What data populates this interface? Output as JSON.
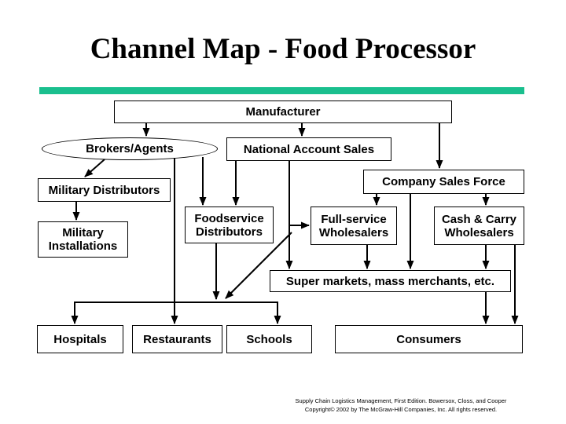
{
  "slide": {
    "title": "Channel Map - Food Processor",
    "accent_bar_color": "#1abf8e",
    "line_color": "#000000",
    "line_width": 2,
    "footer": {
      "line1": "Supply Chain Logistics Management, First Edition. Bowersox, Closs, and Cooper",
      "line2": "Copyright© 2002 by The McGraw-Hill Companies, Inc. All rights reserved."
    }
  },
  "nodes": {
    "manufacturer": {
      "label": "Manufacturer",
      "shape": "rect"
    },
    "brokers_agents": {
      "label": "Brokers/Agents",
      "shape": "ellipse"
    },
    "national_account_sales": {
      "label": "National Account Sales",
      "shape": "rect"
    },
    "company_sales_force": {
      "label": "Company Sales Force",
      "shape": "rect"
    },
    "military_distributors": {
      "label": "Military Distributors",
      "shape": "rect"
    },
    "military_installations": {
      "label": "Military Installations",
      "shape": "rect"
    },
    "foodservice_distributors": {
      "label": "Foodservice Distributors",
      "shape": "rect"
    },
    "full_service_wholesalers": {
      "label": "Full-service Wholesalers",
      "shape": "rect"
    },
    "cash_carry_wholesalers": {
      "label": "Cash & Carry Wholesalers",
      "shape": "rect"
    },
    "super_markets": {
      "label": "Super markets, mass merchants, etc.",
      "shape": "rect"
    },
    "hospitals": {
      "label": "Hospitals",
      "shape": "rect"
    },
    "restaurants": {
      "label": "Restaurants",
      "shape": "rect"
    },
    "schools": {
      "label": "Schools",
      "shape": "rect"
    },
    "consumers": {
      "label": "Consumers",
      "shape": "rect"
    }
  },
  "edges": [
    {
      "id": "manufacturer-brokers",
      "from": "manufacturer",
      "to": "brokers_agents",
      "points": [
        [
          186,
          157
        ],
        [
          186,
          173
        ]
      ],
      "arrow": true
    },
    {
      "id": "manufacturer-nas",
      "from": "manufacturer",
      "to": "national_account_sales",
      "points": [
        [
          384,
          157
        ],
        [
          384,
          173
        ]
      ],
      "arrow": true
    },
    {
      "id": "manufacturer-csf",
      "from": "manufacturer",
      "to": "company_sales_force",
      "points": [
        [
          559,
          157
        ],
        [
          559,
          214
        ]
      ],
      "arrow": true
    },
    {
      "id": "brokers-mildist",
      "from": "brokers_agents",
      "to": "military_distributors",
      "points": [
        [
          133,
          203
        ],
        [
          108,
          225
        ]
      ],
      "arrow": true
    },
    {
      "id": "mildist-milinst",
      "from": "military_distributors",
      "to": "military_installations",
      "points": [
        [
          97,
          257
        ],
        [
          97,
          280
        ]
      ],
      "arrow": true
    },
    {
      "id": "brokers-connector",
      "from": "brokers_agents",
      "to": "retail_connector",
      "points": [
        [
          222,
          201
        ],
        [
          222,
          384
        ]
      ],
      "arrow": false
    },
    {
      "id": "brokers-foodserv",
      "from": "brokers_agents",
      "to": "foodservice_distributors",
      "points": [
        [
          258,
          200
        ],
        [
          258,
          261
        ]
      ],
      "arrow": true
    },
    {
      "id": "nas-foodserv",
      "from": "national_account_sales",
      "to": "foodservice_distributors",
      "points": [
        [
          300,
          205
        ],
        [
          300,
          261
        ]
      ],
      "arrow": true
    },
    {
      "id": "nas-supermkt",
      "from": "national_account_sales",
      "to": "super_markets",
      "points": [
        [
          368,
          205
        ],
        [
          368,
          342
        ]
      ],
      "arrow": true
    },
    {
      "id": "nas-fullserv",
      "from": "national_account_sales",
      "to": "full_service_wholesalers",
      "points": [
        [
          368,
          287
        ],
        [
          393,
          287
        ]
      ],
      "arrow": true
    },
    {
      "id": "diagonal-connector",
      "from": "national_account_sales",
      "to": "retail_connector",
      "points": [
        [
          371,
          296
        ],
        [
          287,
          380
        ]
      ],
      "arrow": true
    },
    {
      "id": "csf-fullserv",
      "from": "company_sales_force",
      "to": "full_service_wholesalers",
      "points": [
        [
          479,
          247
        ],
        [
          479,
          261
        ]
      ],
      "arrow": true
    },
    {
      "id": "csf-supermkt",
      "from": "company_sales_force",
      "to": "super_markets",
      "points": [
        [
          522,
          247
        ],
        [
          522,
          342
        ]
      ],
      "arrow": true
    },
    {
      "id": "csf-cashcarry",
      "from": "company_sales_force",
      "to": "cash_carry_wholesalers",
      "points": [
        [
          618,
          247
        ],
        [
          618,
          261
        ]
      ],
      "arrow": true
    },
    {
      "id": "fullserv-supermkt",
      "from": "full_service_wholesalers",
      "to": "super_markets",
      "points": [
        [
          467,
          312
        ],
        [
          467,
          342
        ]
      ],
      "arrow": true
    },
    {
      "id": "cashcarry-supermkt",
      "from": "cash_carry_wholesalers",
      "to": "super_markets",
      "points": [
        [
          618,
          312
        ],
        [
          618,
          342
        ]
      ],
      "arrow": true
    },
    {
      "id": "cashcarry-consumers",
      "from": "cash_carry_wholesalers",
      "to": "consumers",
      "points": [
        [
          655,
          312
        ],
        [
          655,
          412
        ]
      ],
      "arrow": true
    },
    {
      "id": "supermkt-consumers",
      "from": "super_markets",
      "to": "consumers",
      "points": [
        [
          618,
          372
        ],
        [
          618,
          412
        ]
      ],
      "arrow": true
    },
    {
      "id": "foodserv-connector",
      "from": "foodservice_distributors",
      "to": "retail_connector",
      "points": [
        [
          275,
          310
        ],
        [
          275,
          381
        ]
      ],
      "arrow": true
    },
    {
      "id": "retail-connector",
      "from": "retail_connector",
      "to": "retail_connector",
      "points": [
        [
          95,
          385
        ],
        [
          353,
          385
        ]
      ],
      "arrow": false
    },
    {
      "id": "connector-hospitals",
      "from": "retail_connector",
      "to": "hospitals",
      "points": [
        [
          95,
          384
        ],
        [
          95,
          412
        ]
      ],
      "arrow": true
    },
    {
      "id": "connector-restaurants",
      "from": "retail_connector",
      "to": "restaurants",
      "points": [
        [
          222,
          384
        ],
        [
          222,
          412
        ]
      ],
      "arrow": true
    },
    {
      "id": "connector-schools",
      "from": "retail_connector",
      "to": "schools",
      "points": [
        [
          353,
          384
        ],
        [
          353,
          412
        ]
      ],
      "arrow": true
    }
  ]
}
